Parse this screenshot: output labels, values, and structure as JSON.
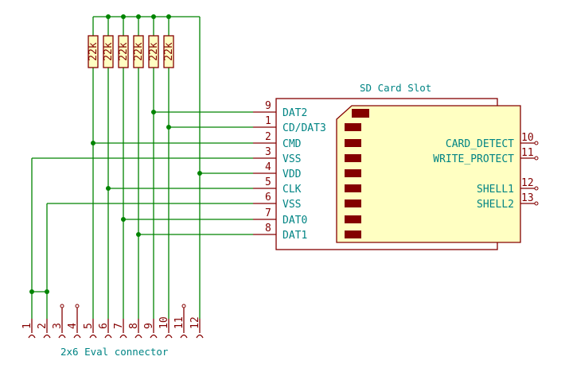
{
  "schematic": {
    "sd_slot": {
      "title": "SD Card Slot",
      "left_pins": [
        {
          "num": "9",
          "name": "DAT2"
        },
        {
          "num": "1",
          "name": "CD/DAT3"
        },
        {
          "num": "2",
          "name": "CMD"
        },
        {
          "num": "3",
          "name": "VSS"
        },
        {
          "num": "4",
          "name": "VDD"
        },
        {
          "num": "5",
          "name": "CLK"
        },
        {
          "num": "6",
          "name": "VSS"
        },
        {
          "num": "7",
          "name": "DAT0"
        },
        {
          "num": "8",
          "name": "DAT1"
        }
      ],
      "right_pins": [
        {
          "num": "10",
          "name": "CARD_DETECT"
        },
        {
          "num": "11",
          "name": "WRITE_PROTECT"
        },
        {
          "num": "12",
          "name": "SHELL1"
        },
        {
          "num": "13",
          "name": "SHELL2"
        }
      ]
    },
    "resistors": [
      {
        "value": "22k"
      },
      {
        "value": "22k"
      },
      {
        "value": "22k"
      },
      {
        "value": "22k"
      },
      {
        "value": "22k"
      },
      {
        "value": "22k"
      }
    ],
    "connector": {
      "label": "2x6 Eval connector",
      "pins": [
        "1",
        "2",
        "3",
        "4",
        "5",
        "6",
        "7",
        "8",
        "9",
        "10",
        "11",
        "12"
      ]
    }
  }
}
